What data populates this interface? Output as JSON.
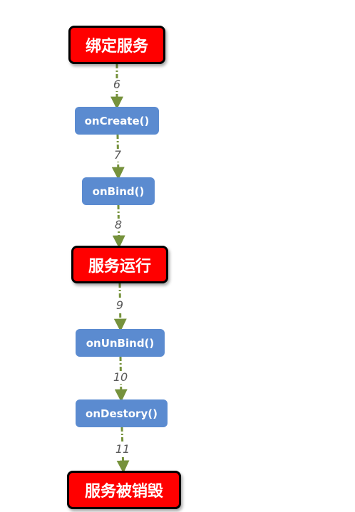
{
  "nodes": {
    "bind_service": "绑定服务",
    "on_create": "onCreate()",
    "on_bind": "onBind()",
    "service_running": "服务运行",
    "on_unbind": "onUnBind()",
    "on_destory": "onDestory()",
    "service_destroyed": "服务被销毁"
  },
  "steps": {
    "s6": "6",
    "s7": "7",
    "s8": "8",
    "s9": "9",
    "s10": "10",
    "s11": "11"
  },
  "colors": {
    "state_fill": "#ff0000",
    "state_border": "#000000",
    "method_fill": "#5b8bd0",
    "connector": "#76923c"
  }
}
